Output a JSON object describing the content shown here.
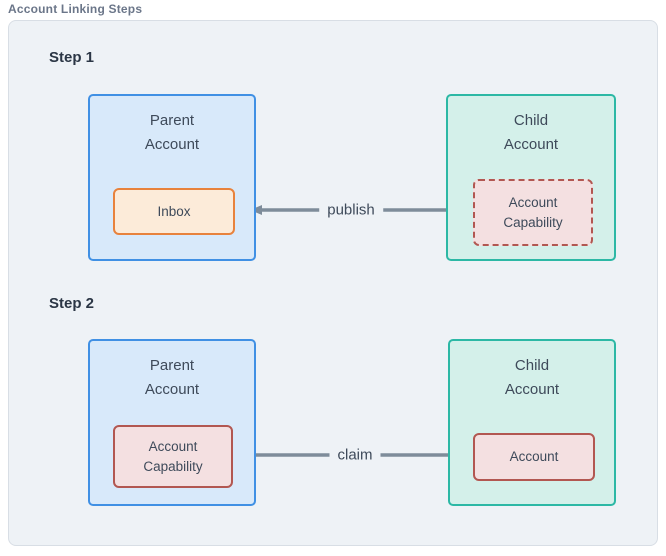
{
  "diagram": {
    "title": "Account Linking Steps",
    "steps": [
      {
        "heading": "Step 1",
        "parent": {
          "title": "Parent\nAccount",
          "inner": "Inbox"
        },
        "child": {
          "title": "Child\nAccount",
          "inner": "Account\nCapability"
        },
        "arrow": {
          "label": "publish",
          "direction": "right-to-left"
        }
      },
      {
        "heading": "Step 2",
        "parent": {
          "title": "Parent\nAccount",
          "inner": "Account\nCapability"
        },
        "child": {
          "title": "Child\nAccount",
          "inner": "Account"
        },
        "arrow": {
          "label": "claim",
          "direction": "left-to-right"
        }
      }
    ],
    "colors": {
      "panel_bg": "#eef2f6",
      "panel_border": "#d8dee5",
      "blue_border": "#4090e4",
      "blue_fill": "#d8e9fa",
      "teal_border": "#2cb8a5",
      "teal_fill": "#d4f0ea",
      "orange_border": "#e8823c",
      "orange_fill": "#fcebd9",
      "red_border": "#b25751",
      "red_fill": "#f4e0e1",
      "arrow": "#7e8c9a",
      "heading": "#2b3645",
      "text": "#3e4a5a",
      "title": "#6b7689"
    }
  }
}
